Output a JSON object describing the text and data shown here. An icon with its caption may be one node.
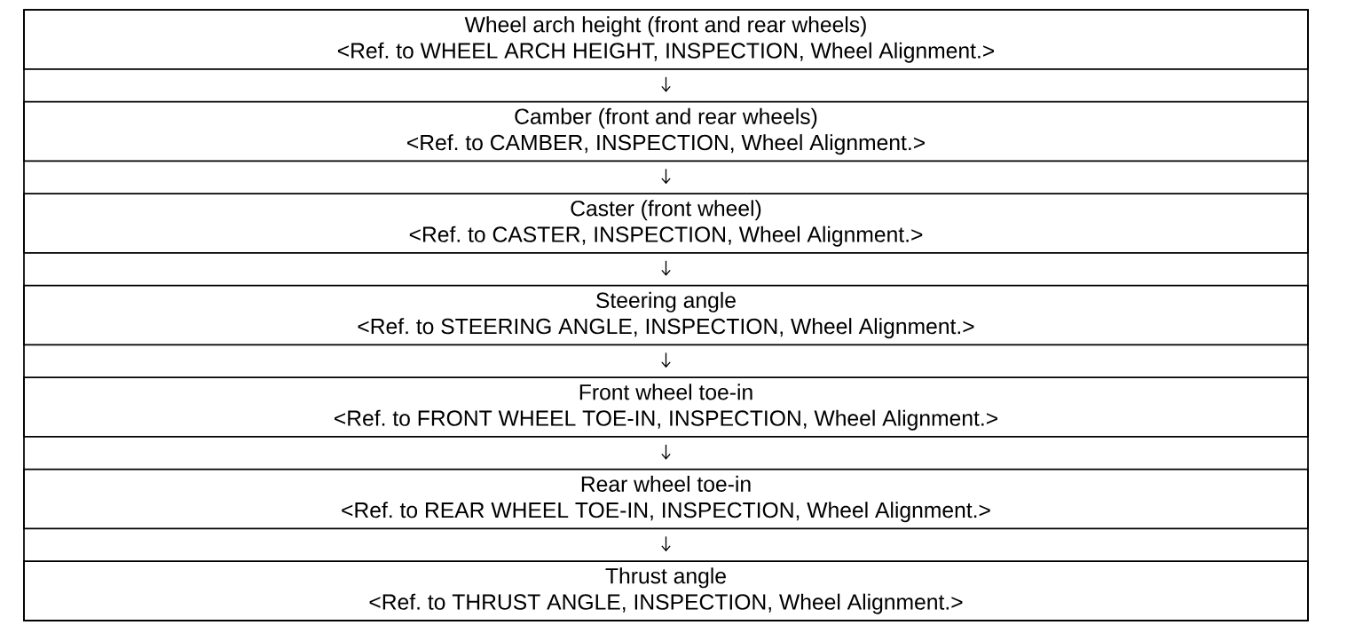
{
  "diagram": {
    "nodes": [
      {
        "text": [
          "Wheel arch height (front and rear wheels)",
          "<Ref. to WHEEL ARCH HEIGHT, INSPECTION, Wheel Alignment.>"
        ]
      },
      {
        "text": [
          "Camber (front and rear wheels)",
          "<Ref. to CAMBER, INSPECTION, Wheel Alignment.>"
        ]
      },
      {
        "text": [
          "Caster (front wheel)",
          "<Ref. to CASTER, INSPECTION, Wheel Alignment.>"
        ]
      },
      {
        "text": [
          "Steering angle",
          "<Ref. to STEERING ANGLE, INSPECTION, Wheel Alignment.>"
        ]
      },
      {
        "text": [
          "Front wheel toe-in",
          "<Ref. to FRONT WHEEL TOE-IN, INSPECTION, Wheel Alignment.>"
        ]
      },
      {
        "text": [
          "Rear wheel toe-in",
          "<Ref. to REAR WHEEL TOE-IN, INSPECTION, Wheel Alignment.>"
        ]
      },
      {
        "text": [
          "Thrust angle",
          "<Ref. to THRUST ANGLE, INSPECTION, Wheel Alignment.>"
        ]
      }
    ],
    "edges": [
      {
        "from": 0,
        "to": 1,
        "arrow": "to"
      },
      {
        "from": 1,
        "to": 2,
        "arrow": "to"
      },
      {
        "from": 2,
        "to": 3,
        "arrow": "to"
      },
      {
        "from": 3,
        "to": 4,
        "arrow": "to"
      },
      {
        "from": 4,
        "to": 5,
        "arrow": "to"
      },
      {
        "from": 5,
        "to": 6,
        "arrow": "to"
      }
    ]
  }
}
